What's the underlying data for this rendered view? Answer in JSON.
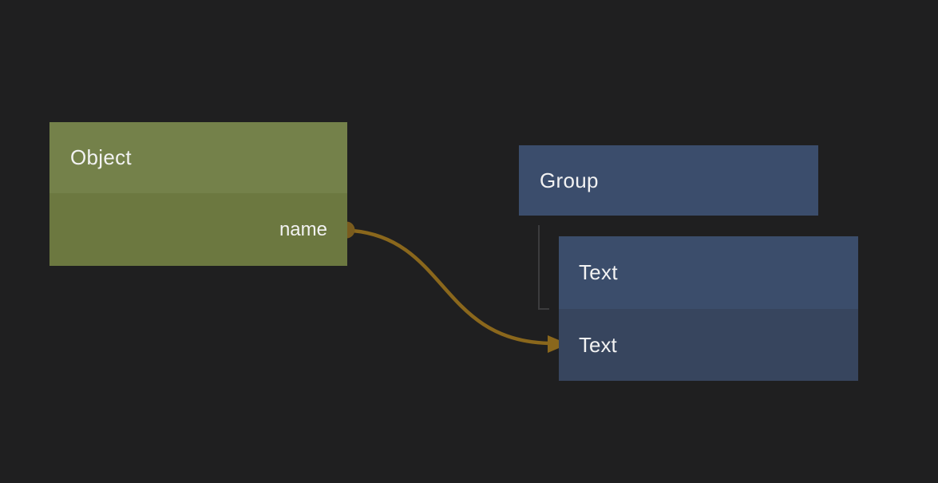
{
  "canvas": {
    "background_color": "#1f1f20",
    "text_color": "#f2f2f2"
  },
  "nodes": {
    "object": {
      "title": "Object",
      "header_color": "#74814a",
      "body_color": "#6c7840",
      "output_port": {
        "label": "name",
        "port_color": "#7a5c1e"
      }
    },
    "group": {
      "title": "Group",
      "color": "#3b4d6c"
    },
    "text": {
      "title": "Text",
      "header_color": "#3b4d6b",
      "row_color": "#37455e",
      "fields": [
        "Text"
      ]
    }
  },
  "connection": {
    "from": "Object.name",
    "to": "Text",
    "color": "#8a671c",
    "port_color": "#7a5c1e"
  },
  "tree_connector": {
    "color": "#3c3c3e"
  }
}
